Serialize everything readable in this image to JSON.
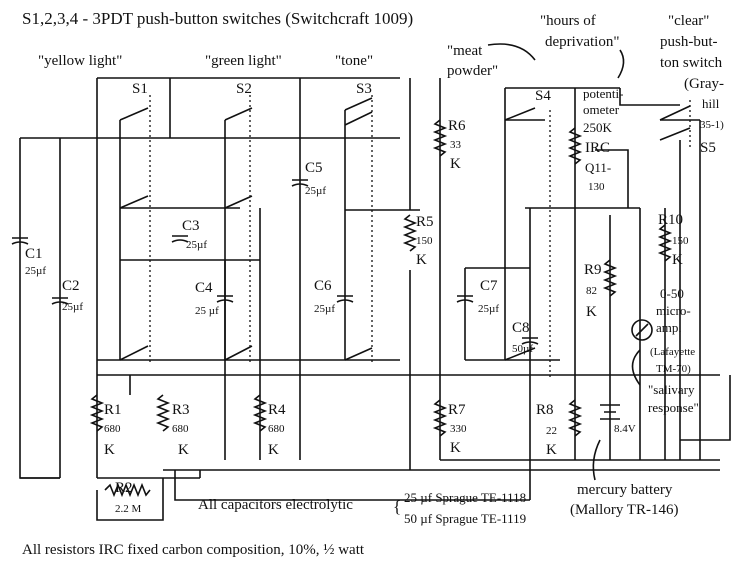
{
  "title": "S1,2,3,4 - 3PDT push-button switches (Switchcraft 1009)",
  "switch_labels": {
    "yellow": "\"yellow light\"",
    "green": "\"green light\"",
    "tone": "\"tone\"",
    "meat_1": "\"meat",
    "meat_2": "powder\"",
    "hours_1": "\"hours of",
    "hours_2": "deprivation\"",
    "clear_1": "\"clear\"",
    "clear_2": "push-but-",
    "clear_3": "ton switch",
    "clear_4": "(Gray-",
    "clear_5": "hill",
    "clear_6": "35-1)"
  },
  "switches": {
    "s1": "S1",
    "s2": "S2",
    "s3": "S3",
    "s4": "S4",
    "s5": "S5"
  },
  "capacitors": [
    {
      "name": "C1",
      "value": "25µf"
    },
    {
      "name": "C2",
      "value": "25µf"
    },
    {
      "name": "C3",
      "value": "25µf"
    },
    {
      "name": "C4",
      "value": "25 µf"
    },
    {
      "name": "C5",
      "value": "25µf"
    },
    {
      "name": "C6",
      "value": "25µf"
    },
    {
      "name": "C7",
      "value": "25µf"
    },
    {
      "name": "C8",
      "value": "50µf"
    }
  ],
  "resistors": [
    {
      "name": "R1",
      "value": "680",
      "unit": "K"
    },
    {
      "name": "R2",
      "value": "2.2 M",
      "unit": ""
    },
    {
      "name": "R3",
      "value": "680",
      "unit": "K"
    },
    {
      "name": "R4",
      "value": "680",
      "unit": "K"
    },
    {
      "name": "R5",
      "value": "150",
      "unit": "K"
    },
    {
      "name": "R6",
      "value": "33",
      "unit": "K"
    },
    {
      "name": "R7",
      "value": "330",
      "unit": "K"
    },
    {
      "name": "R8",
      "value": "22",
      "unit": "K"
    },
    {
      "name": "R9",
      "value": "82",
      "unit": "K"
    },
    {
      "name": "R10",
      "value": "150",
      "unit": "K"
    }
  ],
  "potentiometer": [
    "potenti-",
    "ometer",
    "250K",
    "IRC",
    "Q11-",
    "130"
  ],
  "meter": [
    "0-50",
    "micro-",
    "amp.",
    "(Lafayette",
    "TM-70)"
  ],
  "meter_note": [
    "\"salivary",
    "response\""
  ],
  "battery": {
    "voltage": "8.4V",
    "label_1": "mercury battery",
    "label_2": "(Mallory TR-146)"
  },
  "notes": {
    "capacitors": "All capacitors electrolytic",
    "cap_25": "25 µf Sprague TE-1118",
    "cap_50": "50 µf Sprague TE-1119",
    "resistors": "All resistors IRC fixed carbon composition, 10%, ½ watt"
  }
}
